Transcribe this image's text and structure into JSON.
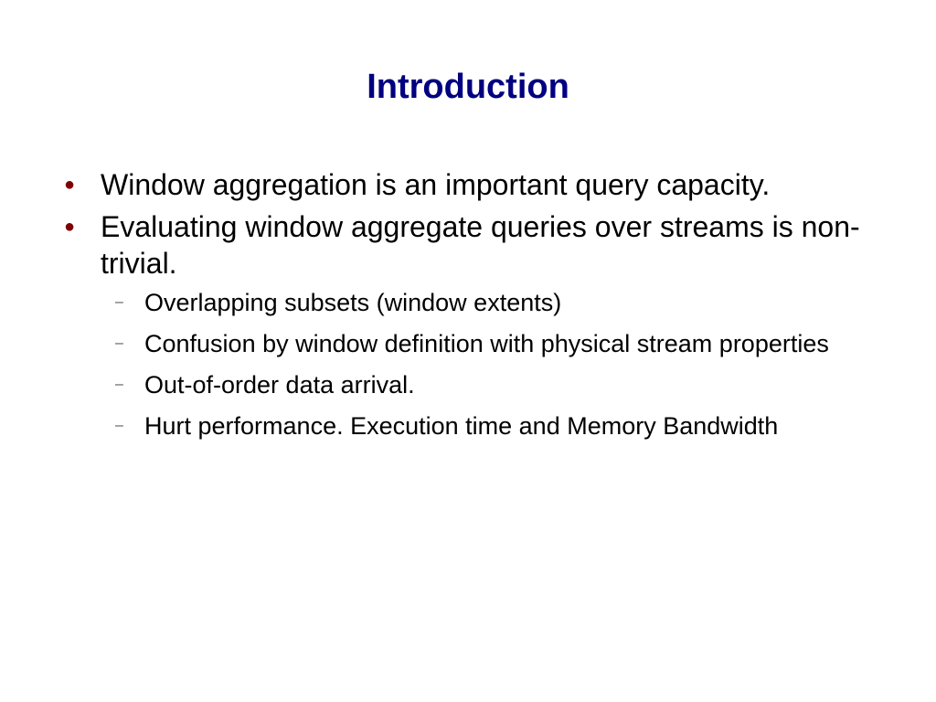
{
  "colors": {
    "title": "#000080",
    "text": "#000000",
    "bullet_marker": "#800000",
    "sub_marker": "#555555"
  },
  "slide": {
    "title": "Introduction",
    "bullets": [
      {
        "marker": "●",
        "text": "Window aggregation is an important query capacity."
      },
      {
        "marker": "●",
        "text": "Evaluating window aggregate queries over streams is non-trivial.",
        "subbullets": [
          {
            "marker": "–",
            "text": "Overlapping subsets (window extents)"
          },
          {
            "marker": "–",
            "text": "Confusion by window definition with physical stream properties"
          },
          {
            "marker": "–",
            "text": "Out-of-order data arrival."
          },
          {
            "marker": "–",
            "text": "Hurt performance. Execution time and Memory Bandwidth"
          }
        ]
      }
    ]
  }
}
